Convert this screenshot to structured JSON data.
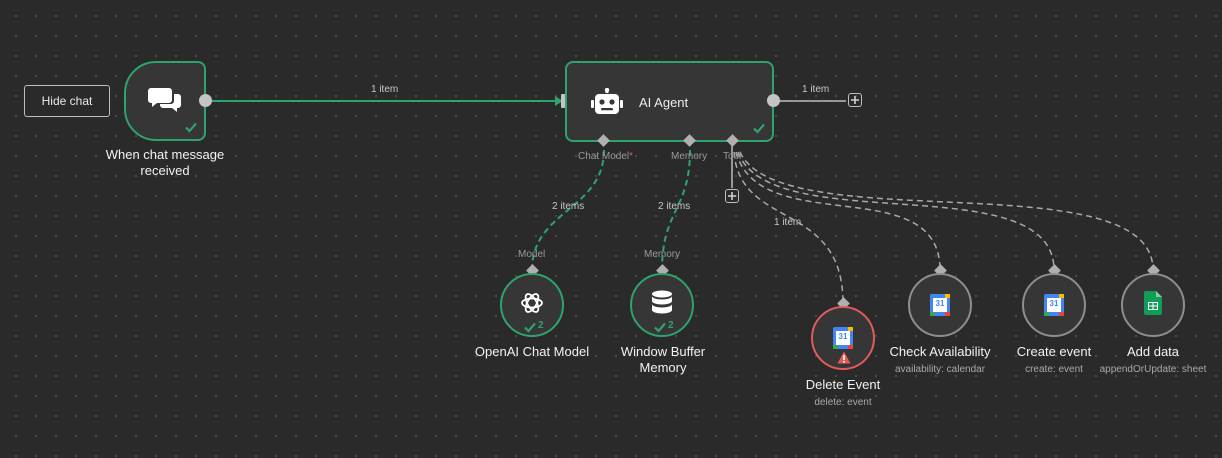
{
  "canvas": {
    "hide_chat_label": "Hide chat"
  },
  "trigger": {
    "title_line1": "When chat message",
    "title_line2": "received",
    "icon": "chat-bubbles-icon"
  },
  "agent": {
    "title": "AI Agent",
    "icon": "robot-icon",
    "ports": {
      "chat_model": "Chat Model",
      "chat_model_required": "*",
      "memory": "Memory",
      "tool": "Tool"
    }
  },
  "edges": {
    "trigger_to_agent": "1 item",
    "agent_out": "1 item",
    "model_link": "2 items",
    "memory_link": "2 items",
    "delete_event_link": "1 item"
  },
  "sub_nodes": {
    "openai": {
      "title": "OpenAI Chat Model",
      "port_label": "Model",
      "count": "2",
      "icon": "openai-icon"
    },
    "memory": {
      "title_line1": "Window Buffer",
      "title_line2": "Memory",
      "port_label": "Memory",
      "count": "2",
      "icon": "database-icon"
    }
  },
  "tools": [
    {
      "title": "Delete Event",
      "subtitle": "delete: event",
      "icon": "google-calendar-icon",
      "status": "warning",
      "calendar_day": "31"
    },
    {
      "title": "Check Availability",
      "subtitle": "availability: calendar",
      "icon": "google-calendar-icon",
      "calendar_day": "31"
    },
    {
      "title": "Create event",
      "subtitle": "create: event",
      "icon": "google-calendar-icon",
      "calendar_day": "31"
    },
    {
      "title": "Add data",
      "subtitle": "appendOrUpdate: sheet",
      "icon": "google-sheets-icon"
    }
  ],
  "colors": {
    "success": "#2ea36d",
    "error": "#e25a5a",
    "node_bg": "#363636",
    "canvas_bg": "#2a2a2a"
  }
}
